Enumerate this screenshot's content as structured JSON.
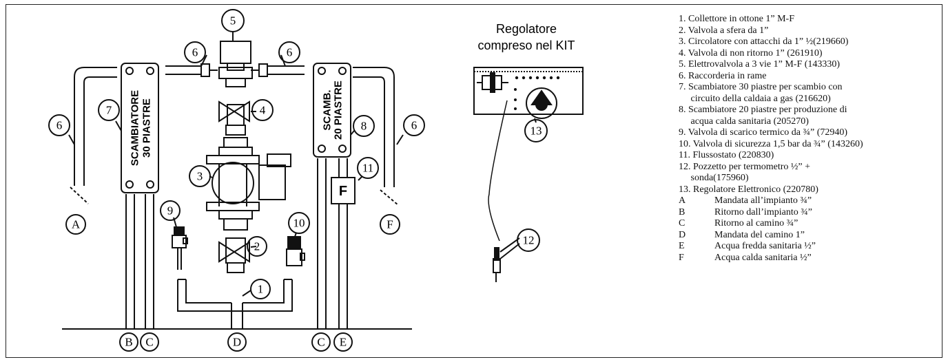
{
  "regulator_title": [
    "Regolatore",
    "compreso nel KIT"
  ],
  "exchanger_30_text": [
    "SCAMBIATORE",
    "30 PIASTRE"
  ],
  "exchanger_20_text": [
    "SCAMB.",
    "20 PIASTRE"
  ],
  "flow_switch_letter": "F",
  "callouts": {
    "c1": "1",
    "c2": "2",
    "c3": "3",
    "c4": "4",
    "c5": "5",
    "c6a": "6",
    "c6b": "6",
    "c6c": "6",
    "c6d": "6",
    "c7": "7",
    "c8": "8",
    "c9": "9",
    "c10": "10",
    "c11": "11",
    "c12": "12",
    "c13": "13"
  },
  "pipe_labels": {
    "A": "A",
    "F_top": "F",
    "B": "B",
    "C1": "C",
    "D": "D",
    "C2": "C",
    "E": "E"
  },
  "legend": [
    {
      "text": "1. Collettore in ottone 1” M-F"
    },
    {
      "text": "2. Valvola a sfera da 1”"
    },
    {
      "text": "3. Circolatore con attacchi da 1” ½(219660)"
    },
    {
      "text": "4. Valvola di non ritorno 1” (261910)"
    },
    {
      "text": "5. Elettrovalvola a 3 vie 1” M-F (143330)"
    },
    {
      "text": "6. Raccorderia in rame"
    },
    {
      "text": "7. Scambiatore 30 piastre per scambio con"
    },
    {
      "text": "     circuito della caldaia a gas (216620)"
    },
    {
      "text": "8. Scambiatore 20 piastre per produzione di"
    },
    {
      "text": "     acqua calda sanitaria (205270)"
    },
    {
      "text": "9. Valvola di scarico termico da ¾” (72940)"
    },
    {
      "text": "10. Valvola di sicurezza 1,5 bar da ¾” (143260)"
    },
    {
      "text": "11. Flussostato (220830)"
    },
    {
      "text": "12. Pozzetto per termometro ½” +"
    },
    {
      "text": "     sonda(175960)"
    },
    {
      "text": "13. Regolatore Elettronico (220780)"
    },
    {
      "code": "A",
      "text": "Mandata all’impianto ¾”"
    },
    {
      "code": "B",
      "text": "Ritorno dall’impianto ¾”"
    },
    {
      "code": "C",
      "text": "Ritorno al camino ¾”"
    },
    {
      "code": "D",
      "text": "Mandata del camino 1”"
    },
    {
      "code": "E",
      "text": "Acqua fredda sanitaria ½”"
    },
    {
      "code": "F",
      "text": "Acqua calda sanitaria ½”"
    }
  ]
}
